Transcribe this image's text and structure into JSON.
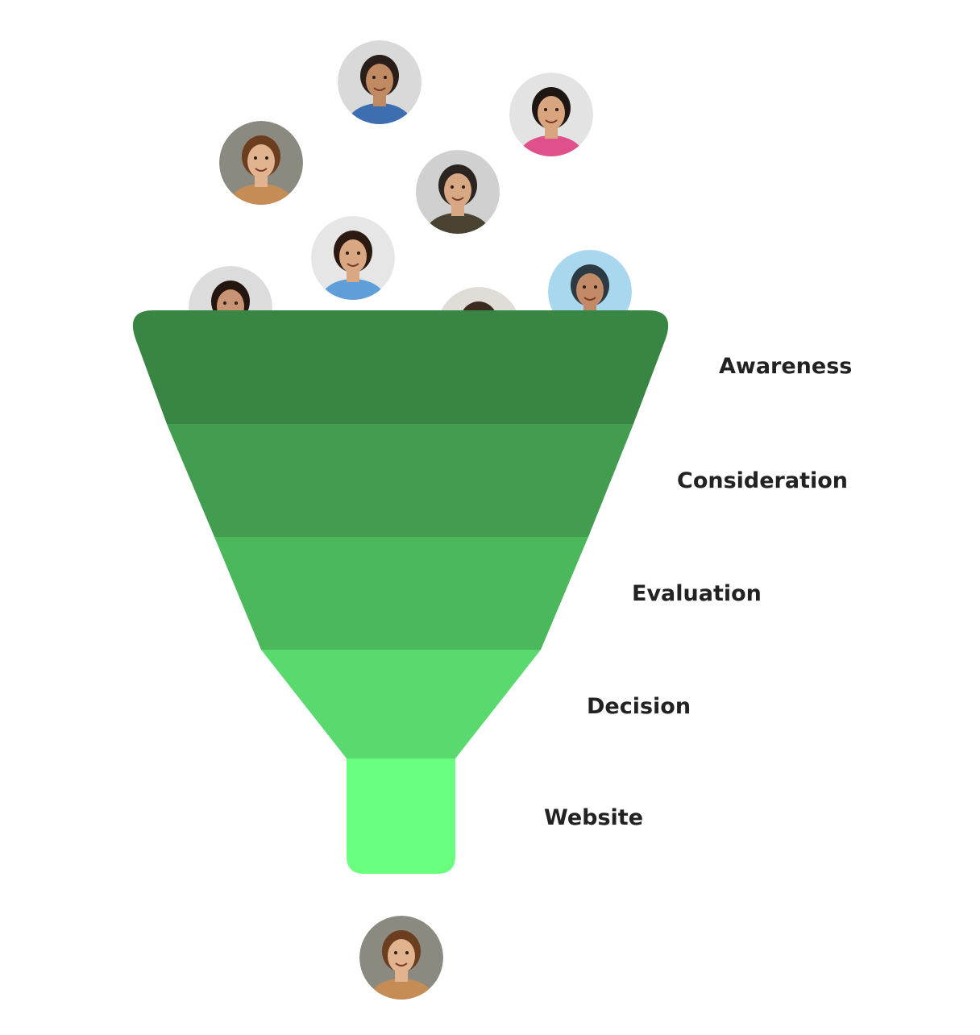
{
  "funnel": {
    "stages": [
      {
        "label": "Awareness",
        "color": "#388544"
      },
      {
        "label": "Consideration",
        "color": "#439d50"
      },
      {
        "label": "Evaluation",
        "color": "#4bb85b"
      },
      {
        "label": "Decision",
        "color": "#5ad96e"
      },
      {
        "label": "Website",
        "color": "#6bff80"
      }
    ]
  },
  "people": {
    "entering": [
      {
        "name": "person-smiling-man-blue-shirt",
        "bg": "#d9d9d9",
        "skin": "#c08a63",
        "hair": "#2a1e18",
        "shirt": "#3d6fb0"
      },
      {
        "name": "person-woman-pink-sweater",
        "bg": "#e3e3e3",
        "skin": "#d9a57f",
        "hair": "#1e1612",
        "shirt": "#e0508a"
      },
      {
        "name": "person-curly-woman-glasses",
        "bg": "#8a8a80",
        "skin": "#e2b38f",
        "hair": "#6b3e1f",
        "shirt": "#c58d55"
      },
      {
        "name": "person-bearded-man-smiling",
        "bg": "#d0d0d0",
        "skin": "#d8a885",
        "hair": "#2b2420",
        "shirt": "#4a4232"
      },
      {
        "name": "person-woman-denim-shirt",
        "bg": "#e6e6e6",
        "skin": "#d9a882",
        "hair": "#2a1a12",
        "shirt": "#5f9ed8"
      },
      {
        "name": "person-woman-dark-hair",
        "bg": "#dcdcdc",
        "skin": "#c99474",
        "hair": "#24160f",
        "shirt": "#555555"
      },
      {
        "name": "person-man-partial",
        "bg": "#e0dcd8",
        "skin": "#c99a78",
        "hair": "#3a2a20",
        "shirt": "#777777"
      },
      {
        "name": "person-man-beanie",
        "bg": "#a9d8ee",
        "skin": "#c28a66",
        "hair": "#2c3a44",
        "shirt": "#3a4c5a"
      }
    ],
    "exiting": {
      "name": "person-curly-woman-glasses-converted",
      "bg": "#8a8a80",
      "skin": "#e2b38f",
      "hair": "#6b3e1f",
      "shirt": "#c58d55"
    }
  }
}
